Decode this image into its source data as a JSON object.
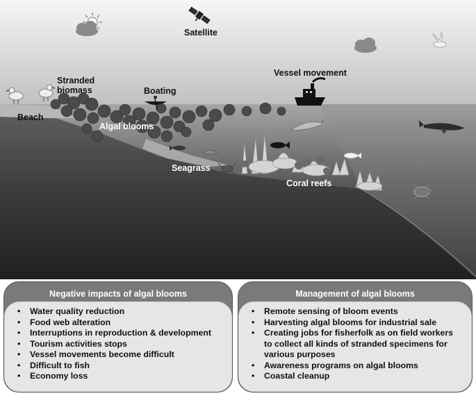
{
  "scene": {
    "labels": {
      "satellite": "Satellite",
      "stranded_biomass": "Stranded\nbiomass",
      "beach": "Beach",
      "boating": "Boating",
      "algal_blooms": "Algal blooms",
      "vessel_movement": "Vessel movement",
      "seagrass": "Seagrass",
      "coral_reefs": "Coral reefs"
    }
  },
  "panels": {
    "negative": {
      "title": "Negative impacts of algal blooms",
      "items": [
        "Water quality reduction",
        "Food web alteration",
        "Interruptions in reproduction & development",
        "Tourism activities stops",
        "Vessel movements become difficult",
        "Difficult to fish",
        "Economy loss"
      ]
    },
    "management": {
      "title": "Management of algal blooms",
      "items": [
        "Remote sensing of bloom events",
        "Harvesting algal blooms for industrial sale",
        "Creating jobs for fisherfolk as on field workers to collect all kinds of stranded specimens for various purposes",
        "Awareness programs on algal blooms",
        "Coastal cleanup"
      ]
    }
  },
  "colors": {
    "sky_top": "#f4f4f4",
    "sky_bottom": "#c4c4c4",
    "sea_top": "#9a9a9a",
    "sea_bottom": "#1a1a1a",
    "panel_header": "#7a7a7a",
    "panel_body": "#e6e6e6"
  }
}
